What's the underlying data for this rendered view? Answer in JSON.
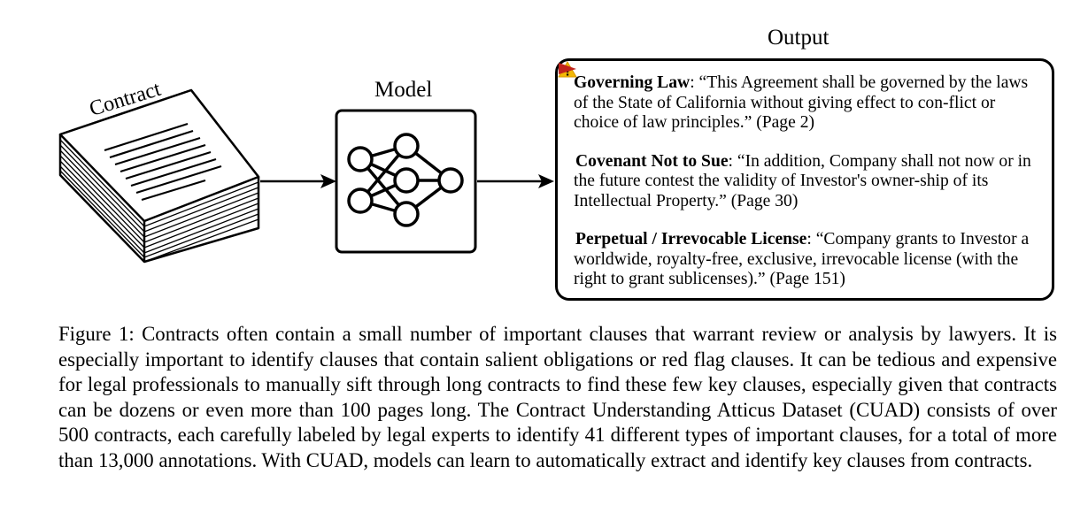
{
  "figure": {
    "contract_label": "Contract",
    "model_label": "Model",
    "output_label": "Output",
    "clauses": [
      {
        "icon": "none",
        "title": "Governing Law",
        "text": ": “This Agreement shall be governed by the laws of the State of California without giving effect to con-flict or choice of law principles.” (Page 2)"
      },
      {
        "icon": "warning-icon",
        "title": "Covenant Not to Sue",
        "text": ": “In addition, Company shall not now or in the future contest the validity of Investor's owner-ship of its Intellectual Property.” (Page 30)"
      },
      {
        "icon": "red-flag-icon",
        "title": "Perpetual / Irrevocable License",
        "text": ": “Company grants to Investor a worldwide, royalty-free, exclusive, irrevocable license (with the right to grant sublicenses).” (Page 151)"
      }
    ],
    "colors": {
      "warning": "#f2b705",
      "flag": "#c0221b"
    }
  },
  "caption": "Figure 1: Contracts often contain a small number of important clauses that warrant review or analysis by lawyers. It is especially important to identify clauses that contain salient obligations or red flag clauses. It can be tedious and expensive for legal professionals to manually sift through long contracts to find these few key clauses, especially given that contracts can be dozens or even more than 100 pages long. The Contract Understanding Atticus Dataset (CUAD) consists of over 500 contracts, each carefully labeled by legal experts to identify 41 different types of important clauses, for a total of more than 13,000 annotations. With CUAD, models can learn to automatically extract and identify key clauses from contracts."
}
